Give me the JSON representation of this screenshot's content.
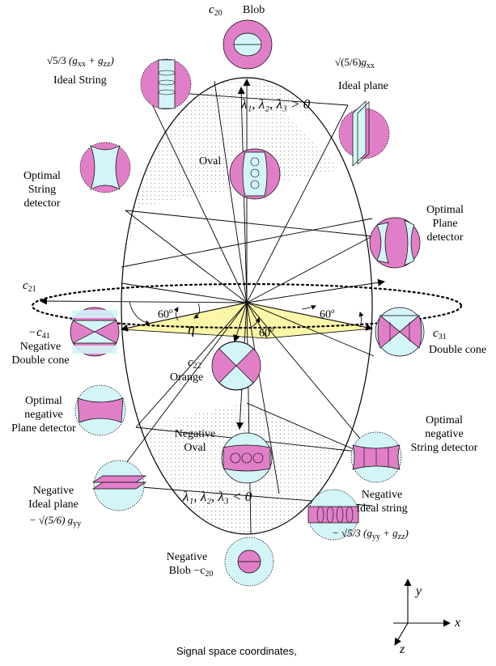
{
  "diagram": {
    "top_label_c20": "c",
    "top_label_c20_sub": "20",
    "top_label_blob": "Blob",
    "ideal_string_coef": "√5/3",
    "ideal_string_expr": "(g",
    "ideal_string_sub1": "xx",
    "ideal_string_plus": "+ g",
    "ideal_string_sub2": "zz",
    "ideal_string_close": ")",
    "ideal_string": "Ideal String",
    "ideal_plane_coef": "√(5/6)",
    "ideal_plane_g": "g",
    "ideal_plane_sub": "xx",
    "ideal_plane": "Ideal plane",
    "lambda_pos": "λ₁, λ₂, λ₃ > 0",
    "oval": "Oval",
    "opt_string_1": "Optimal",
    "opt_string_2": "String",
    "opt_string_3": "detector",
    "opt_plane_1": "Optimal",
    "opt_plane_2": "Plane",
    "opt_plane_3": "detector",
    "c21": "c",
    "c21_sub": "21",
    "angle_left": "60",
    "angle_right": "60",
    "angle_bottom": "60",
    "angle_sup": "o",
    "eta": "η",
    "neg_c41": "−c",
    "neg_c41_sub": "41",
    "neg_double_cone_1": "Negative",
    "neg_double_cone_2": "Double cone",
    "c31": "c",
    "c31_sub": "31",
    "double_cone": "Double cone",
    "c22": "c",
    "c22_sub": "22",
    "orange": "Orange",
    "opt_neg_plane_1": "Optimal",
    "opt_neg_plane_2": "negative",
    "opt_neg_plane_3": "Plane detector",
    "neg_oval_1": "Negative",
    "neg_oval_2": "Oval",
    "opt_neg_string_1": "Optimal",
    "opt_neg_string_2": "negative",
    "opt_neg_string_3": "String detector",
    "neg_ideal_plane_1": "Negative",
    "neg_ideal_plane_2": "Ideal plane",
    "neg_ideal_plane_expr": "− √(5/6) g",
    "neg_ideal_plane_sub": "yy",
    "lambda_neg": "λ₁, λ₂, λ₃ < 0",
    "neg_ideal_string_1": "Negative",
    "neg_ideal_string_2": "Ideal string",
    "neg_ideal_string_expr": "− √5/3 (g",
    "neg_ideal_string_sub1": "yy",
    "neg_ideal_string_plus": "+ g",
    "neg_ideal_string_sub2": "zz",
    "neg_ideal_string_close": ")",
    "neg_blob_1": "Negative",
    "neg_blob_2": "Blob −c",
    "neg_blob_sub": "20",
    "axis_x": "x",
    "axis_y": "y",
    "axis_z": "z",
    "caption": "Signal space coordinates,"
  },
  "colors": {
    "pink": "#e07fc8",
    "cyan": "#d4f5f7",
    "yellow": "#fbf6a8",
    "stipple": "#b8b8b8"
  }
}
